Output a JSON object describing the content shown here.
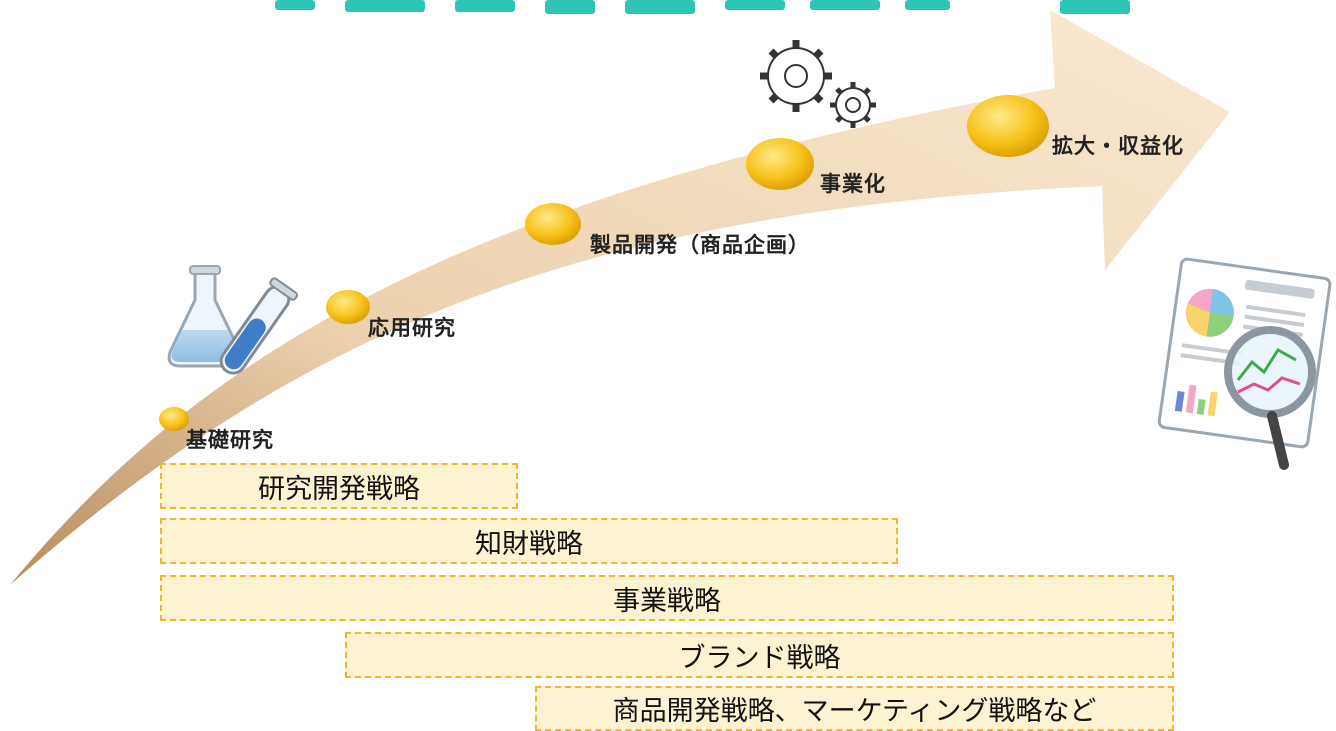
{
  "stages": [
    {
      "label": "基礎研究"
    },
    {
      "label": "応用研究"
    },
    {
      "label": "製品開発（商品企画）"
    },
    {
      "label": "事業化"
    },
    {
      "label": "拡大・収益化"
    }
  ],
  "strategies": [
    {
      "label": "研究開発戦略"
    },
    {
      "label": "知財戦略"
    },
    {
      "label": "事業戦略"
    },
    {
      "label": "ブランド戦略"
    },
    {
      "label": "商品開発戦略、マーケティング戦略など"
    }
  ],
  "icons": {
    "flask": "flask-test-tube-icon",
    "gears": "gears-icon",
    "report": "report-magnifier-icon"
  },
  "colors": {
    "title_teal": "#2ec4b6",
    "arrow_fill": "#f6dfc2",
    "disc_gold": "#f7c21a",
    "bar_fill": "#fdf2d2",
    "bar_border": "#f2b62c"
  }
}
